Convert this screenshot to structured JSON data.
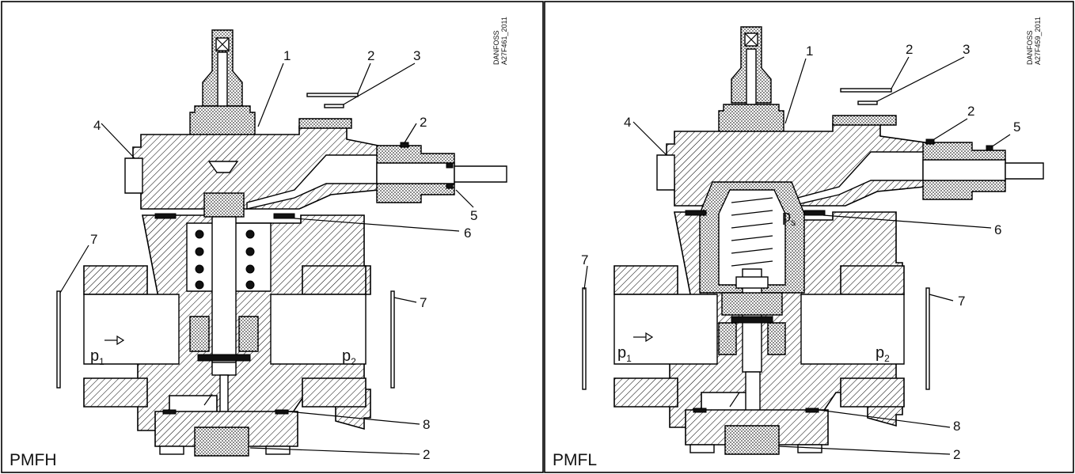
{
  "panels": [
    {
      "model": "PMFH",
      "code_lines": [
        "DANFOSS",
        "A27F461_2011"
      ],
      "pressures": {
        "inlet": "p",
        "inlet_sub": "1",
        "outlet": "p",
        "outlet_sub": "2"
      },
      "callouts": [
        "1",
        "2",
        "3",
        "4",
        "2",
        "5",
        "6",
        "7",
        "7",
        "8",
        "2"
      ]
    },
    {
      "model": "PMFL",
      "code_lines": [
        "DANFOSS",
        "A27F459_2011"
      ],
      "pressures": {
        "inlet": "p",
        "inlet_sub": "1",
        "outlet": "p",
        "outlet_sub": "2",
        "spring": "p",
        "spring_sub": "s"
      },
      "callouts": [
        "1",
        "2",
        "3",
        "2",
        "4",
        "5",
        "6",
        "7",
        "7",
        "8",
        "2"
      ]
    }
  ]
}
